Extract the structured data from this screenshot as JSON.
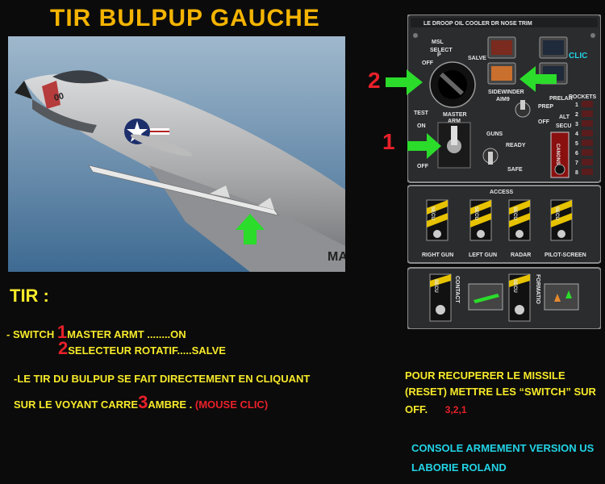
{
  "title": "TIR BULPUP GAUCHE",
  "aircraft_markings": {
    "nose_number": "00",
    "tail_text": "MA"
  },
  "panel": {
    "header": "LE DROOP OIL COOLER DR NOSE TRIM",
    "msl_select": "MSL",
    "select": "SELECT",
    "off": "OFF",
    "p": "P",
    "salve": "SALVE",
    "clic": "CLIC",
    "sidewinder": "SIDEWINDER",
    "aim9": "AIM9",
    "prelar": "PRELAR",
    "prep": "PREP",
    "off2": "OFF",
    "rockets": "ROCKETS",
    "rocket_numbers": [
      "1",
      "2",
      "3",
      "4",
      "5",
      "6",
      "7",
      "8"
    ],
    "test": "TEST",
    "on": "ON",
    "master": "MASTER",
    "arm": "ARM",
    "off3": "OFF",
    "guns": "GUNS",
    "ready": "READY",
    "safe": "SAFE",
    "alt": "ALT",
    "secu": "SECU",
    "canons": "CANONS",
    "access": "ACCESS",
    "secu_label": "SECU",
    "switches": [
      "RIGHT GUN",
      "LEFT GUN",
      "RADAR",
      "PILOT-SCREEN"
    ],
    "contact": "CONTACT",
    "formation": "FORMATIO"
  },
  "callouts": {
    "n1": "1",
    "n2": "2",
    "n3": "3"
  },
  "instructions": {
    "heading": "TIR :",
    "line1_prefix": "- SWITCH",
    "line1_num": "1",
    "line1_text": "MASTER ARMT ........ON",
    "line2_num": "2",
    "line2_text": "SELECTEUR ROTATIF.....SALVE",
    "line3": "-LE TIR DU BULPUP SE FAIT DIRECTEMENT EN CLIQUANT",
    "line4_prefix": "SUR LE VOYANT CARRE",
    "line4_num": "3",
    "line4_text": "AMBRE .",
    "line4_red": "(MOUSE CLIC)"
  },
  "reset_note": {
    "line1": "POUR RECUPERER LE MISSILE",
    "line2": "(RESET) METTRE  LES “SWITCH” SUR",
    "line3_prefix": "OFF.",
    "line3_red": "3,2,1"
  },
  "credits": {
    "line1": "CONSOLE ARMEMENT VERSION US",
    "line2": "LABORIE ROLAND"
  },
  "colors": {
    "title": "#f4b400",
    "green": "#2bdc2b",
    "red": "#e8202a",
    "yellow": "#f7ea2a",
    "cyan": "#22d3e6"
  }
}
